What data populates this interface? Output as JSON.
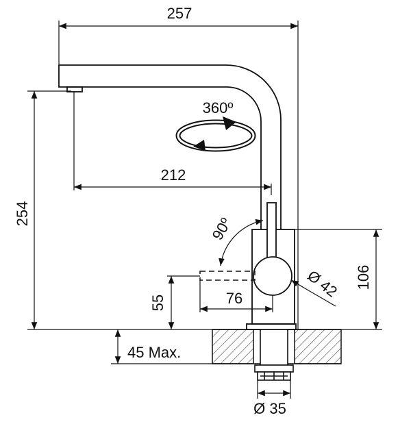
{
  "diagram": {
    "colors": {
      "line": "#111111",
      "background": "#ffffff",
      "hatch": "#555555"
    },
    "dimensions": {
      "overall_width": "257",
      "rotation": "360º",
      "reach": "212",
      "height": "254",
      "lever_angle": "90º",
      "lever_travel": "76",
      "lever_height": "55",
      "body_diameter": "Ø 42",
      "body_height": "106",
      "counter_thickness": "45 Max.",
      "thread_diameter": "Ø 35"
    }
  }
}
